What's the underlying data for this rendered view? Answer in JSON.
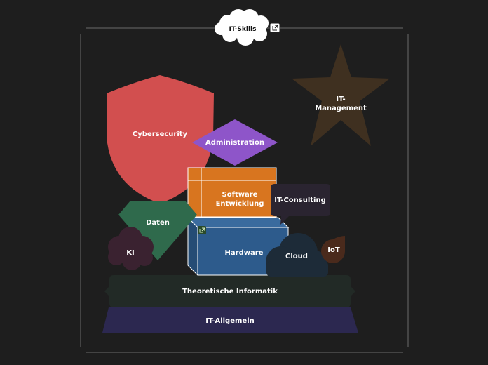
{
  "title": "IT-Skills",
  "nodes": {
    "cybersecurity": "Cybersecurity",
    "administration": "Administration",
    "it_management": "IT-\nManagement",
    "software_entwicklung": "Software\nEntwicklung",
    "it_consulting": "IT-Consulting",
    "daten": "Daten",
    "ki": "KI",
    "hardware": "Hardware",
    "cloud": "Cloud",
    "iot": "IoT",
    "theoretische_informatik": "Theoretische Informatik",
    "it_allgemein": "IT-Allgemein"
  },
  "colors": {
    "background": "#1e1e1e",
    "frame": "#6b6b6b",
    "cybersecurity": "#d24f4f",
    "administration": "#8e55c9",
    "it_management": "#3f3020",
    "software_entwicklung": "#d8751f",
    "it_consulting": "#2a2430",
    "daten": "#2f6a4c",
    "ki": "#3a2230",
    "hardware": "#2d5b8c",
    "cloud": "#1d2b38",
    "iot": "#4a2a1c",
    "theoretische_informatik": "#222a26",
    "it_allgemein": "#2c2850"
  },
  "icons": [
    "external-link-icon"
  ]
}
